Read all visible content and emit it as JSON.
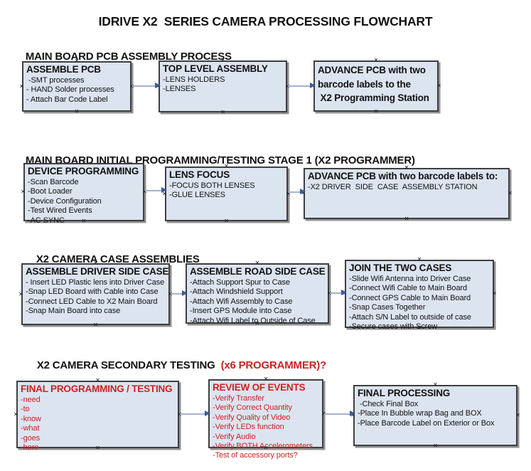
{
  "title": "IDRIVE X2  SERIES CAMERA PROCESSING FLOWCHART",
  "icons": {
    "connection_point": "✕"
  },
  "colors": {
    "page_bg": "#ffffff",
    "ink": "#111111",
    "box_fill": "#dce4f0",
    "box_border": "#3f3f3f",
    "box_shadow": "#909090",
    "red": "#cc2222",
    "arrow_line": "#a3b4cf",
    "arrow_head": "#3c5c9a",
    "connection_point": "#1a1a2e"
  },
  "sections": [
    {
      "heading": "MAIN BOARD PCB ASSEMBLY PROCESS",
      "boxes": [
        {
          "title": "ASSEMBLE PCB",
          "items": [
            " -SMT processes",
            "- HAND Solder processes",
            "- Attach Bar Code Label"
          ]
        },
        {
          "title": "TOP LEVEL ASSEMBLY",
          "items": [
            "-LENS HOLDERS",
            "-LENSES"
          ]
        },
        {
          "title": "ADVANCE PCB with two\nbarcode labels to the\n X2 Programming Station",
          "items": []
        }
      ]
    },
    {
      "heading": "MAIN BOARD INITIAL PROGRAMMING/TESTING STAGE 1 (X2 PROGRAMMER)",
      "boxes": [
        {
          "title": "DEVICE PROGRAMMING",
          "items": [
            "-Scan Barcode",
            "-Boot Loader",
            "-Device Configuration",
            "-Test Wired Events",
            "-AC SYNC"
          ]
        },
        {
          "title": "LENS FOCUS",
          "items": [
            "-FOCUS BOTH LENSES",
            "-GLUE LENSES"
          ]
        },
        {
          "title": "ADVANCE PCB with two barcode labels to:",
          "items": [
            "-X2 DRIVER  SIDE  CASE  ASSEMBLY STATION"
          ]
        }
      ]
    },
    {
      "heading": "X2 CAMERA CASE ASSEMBLIES",
      "boxes": [
        {
          "title": "ASSEMBLE DRIVER SIDE CASE",
          "items": [
            "- Insert LED Plastic lens into Driver Case",
            "-Snap LED Board with Cable into Case",
            "-Connect LED Cable to X2 Main Board",
            "-Snap Main Board into case"
          ]
        },
        {
          "title": "ASSEMBLE ROAD SIDE CASE",
          "items": [
            "-Attach Support Spur to Case",
            "-Attach Windshield Support",
            "-Attach Wifi Assembly to Case",
            "-Insert GPS Module into Case",
            "-Attach Wifi Label to Outside of Case"
          ]
        },
        {
          "title": "JOIN THE TWO CASES",
          "items": [
            "-Slide Wifi Antenna into Driver Case",
            "-Connect Wifi Cable to Main Board",
            "-Connect GPS Cable to Main Board",
            "-Snap Cases Together",
            "-Attach S/N Label to outside of case",
            "-Secure cases with Screw"
          ]
        }
      ]
    },
    {
      "heading": "X2 CAMERA SECONDARY TESTING  ",
      "heading_accent": "(x6 PROGRAMMER)?",
      "boxes": [
        {
          "title": "FINAL PROGRAMMING / TESTING",
          "items": [
            "-need",
            "-to",
            "-know",
            "-what",
            "-goes",
            "-here"
          ]
        },
        {
          "title": "REVIEW OF EVENTS",
          "items": [
            "-Verify Transfer",
            "-Verify Correct Quantity",
            "-Verify Quality of Video",
            "-Verify LEDs function",
            "-Verify Audio",
            "-Verify BOTH Accelerometers",
            "-Test of accessory ports?"
          ]
        },
        {
          "title": "FINAL PROCESSING",
          "items": [
            " -Check Final Box",
            "-Place In Bubble wrap Bag and BOX",
            "-Place Barcode Label on Exterior or Box"
          ]
        }
      ]
    }
  ]
}
